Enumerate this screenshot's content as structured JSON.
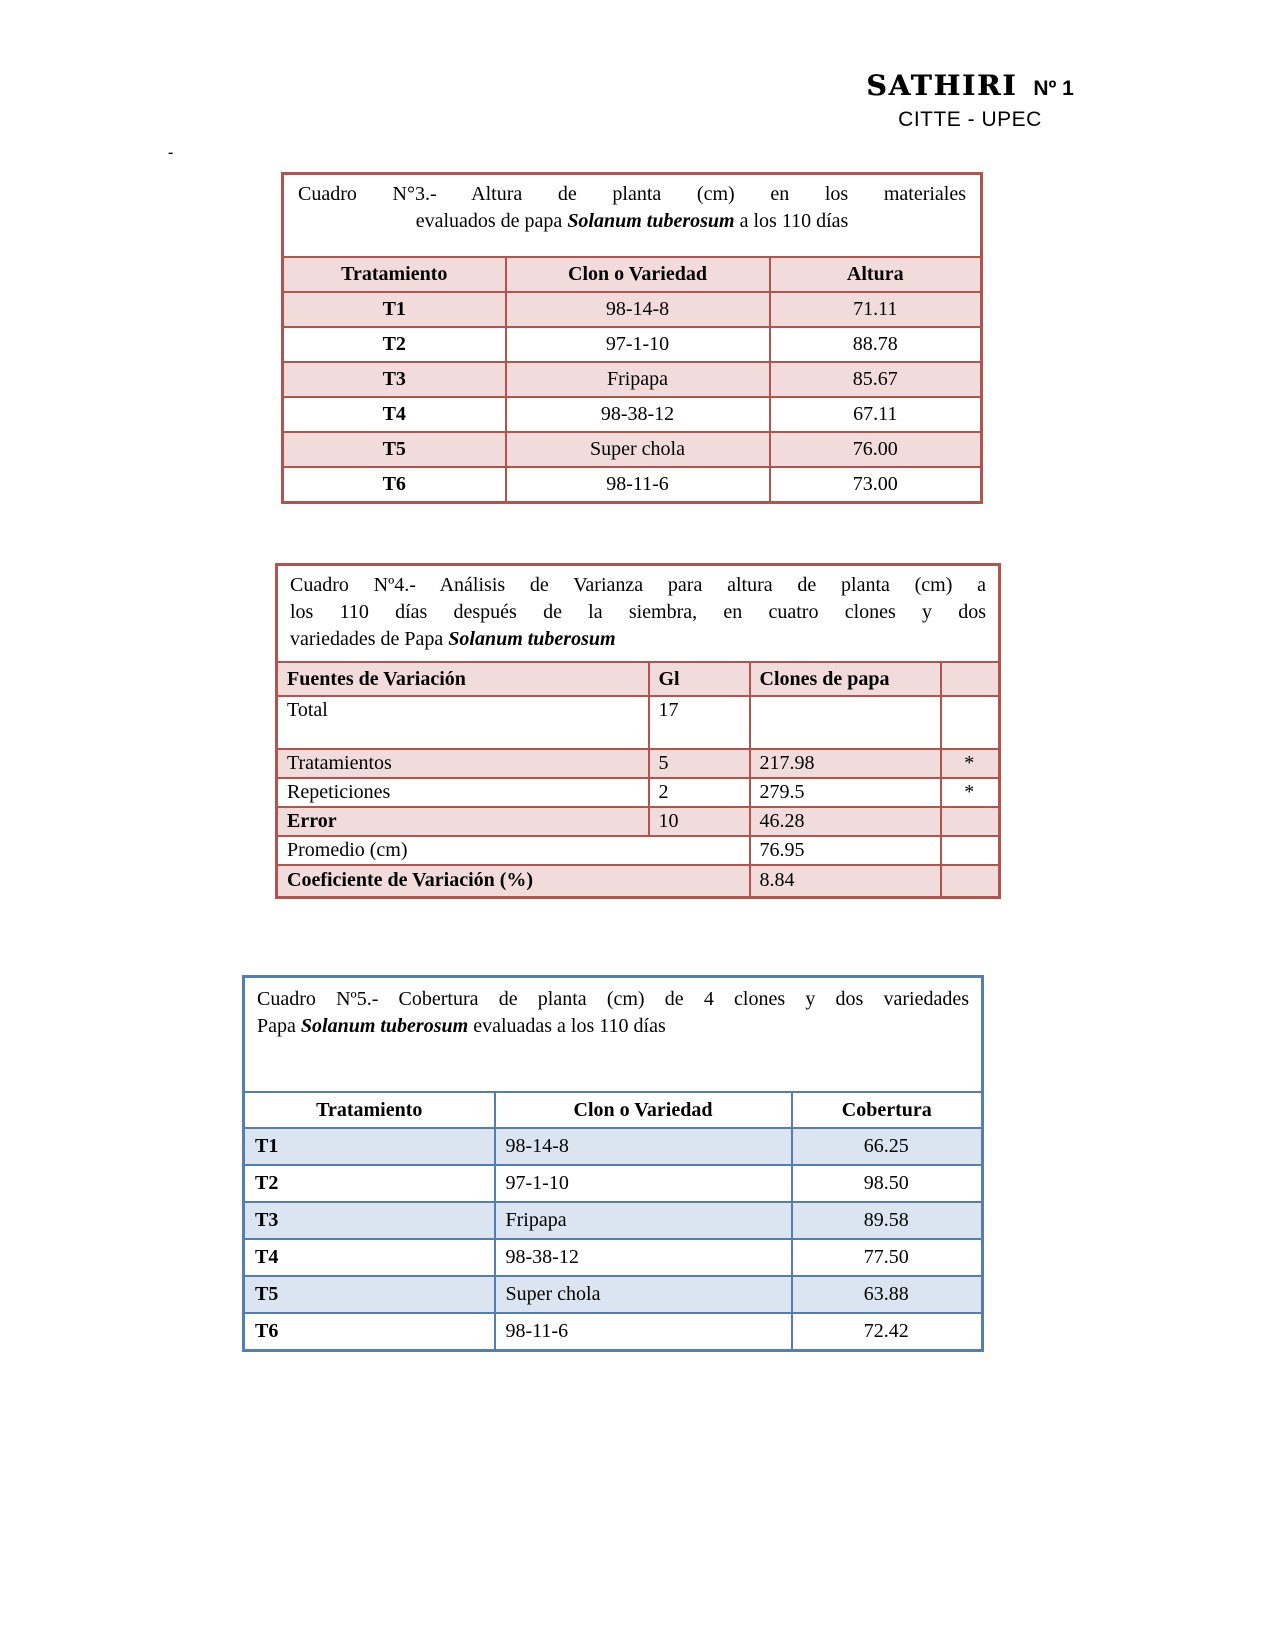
{
  "page": {
    "journal": "SATHIRI",
    "issue": "Nº 1",
    "org": "CITTE - UPEC",
    "stray_dash": "-"
  },
  "colors": {
    "red_border": "#b3534e",
    "red_fill": "#f2dcdb",
    "blue_border": "#567db1",
    "blue_fill": "#dbe5f1"
  },
  "cuadro3": {
    "title": {
      "line1": "Cuadro N°3.- Altura de planta (cm) en los materiales",
      "line2_pre": "evaluados de papa ",
      "line2_italic": "Solanum tuberosum",
      "line2_post": " a los 110 días"
    },
    "headers": [
      "Tratamiento",
      "Clon o Variedad",
      "Altura"
    ],
    "rows": [
      {
        "t": "T1",
        "clon": "98-14-8",
        "valor": "71.11"
      },
      {
        "t": "T2",
        "clon": "97-1-10",
        "valor": "88.78"
      },
      {
        "t": "T3",
        "clon": "Fripapa",
        "valor": "85.67"
      },
      {
        "t": "T4",
        "clon": "98-38-12",
        "valor": "67.11"
      },
      {
        "t": "T5",
        "clon": "Super chola",
        "valor": "76.00"
      },
      {
        "t": "T6",
        "clon": "98-11-6",
        "valor": "73.00"
      }
    ]
  },
  "cuadro4": {
    "title": {
      "line1": "Cuadro Nº4.- Análisis de Varianza para altura de planta (cm) a",
      "line2": "los 110 días después de la siembra, en cuatro clones y dos",
      "line3_pre": "variedades de Papa ",
      "line3_italic": "Solanum tuberosum"
    },
    "headers": [
      "Fuentes de Variación",
      "Gl",
      "Clones de papa",
      ""
    ],
    "rows": [
      {
        "fuente": "Total",
        "gl": "17",
        "valor": "",
        "sig": ""
      },
      {
        "fuente": "Tratamientos",
        "gl": "5",
        "valor": "217.98",
        "sig": "*"
      },
      {
        "fuente": "Repeticiones",
        "gl": "2",
        "valor": "279.5",
        "sig": "*"
      },
      {
        "fuente": "Error",
        "gl": "10",
        "valor": "46.28",
        "sig": ""
      },
      {
        "fuente": "Promedio (cm)",
        "valor": "76.95",
        "sig": ""
      },
      {
        "fuente": "Coeficiente de Variación (%)",
        "valor": "8.84",
        "sig": ""
      }
    ]
  },
  "cuadro5": {
    "title": {
      "line1": "Cuadro Nº5.- Cobertura de planta (cm) de 4 clones y dos variedades",
      "line2_pre": "Papa ",
      "line2_italic": "Solanum tuberosum",
      "line2_post": " evaluadas a los 110 días"
    },
    "headers": [
      "Tratamiento",
      "Clon o Variedad",
      "Cobertura"
    ],
    "rows": [
      {
        "t": "T1",
        "clon": "98-14-8",
        "valor": "66.25"
      },
      {
        "t": "T2",
        "clon": "97-1-10",
        "valor": "98.50"
      },
      {
        "t": "T3",
        "clon": "Fripapa",
        "valor": "89.58"
      },
      {
        "t": "T4",
        "clon": "98-38-12",
        "valor": "77.50"
      },
      {
        "t": "T5",
        "clon": "Super chola",
        "valor": "63.88"
      },
      {
        "t": "T6",
        "clon": "98-11-6",
        "valor": "72.42"
      }
    ]
  }
}
